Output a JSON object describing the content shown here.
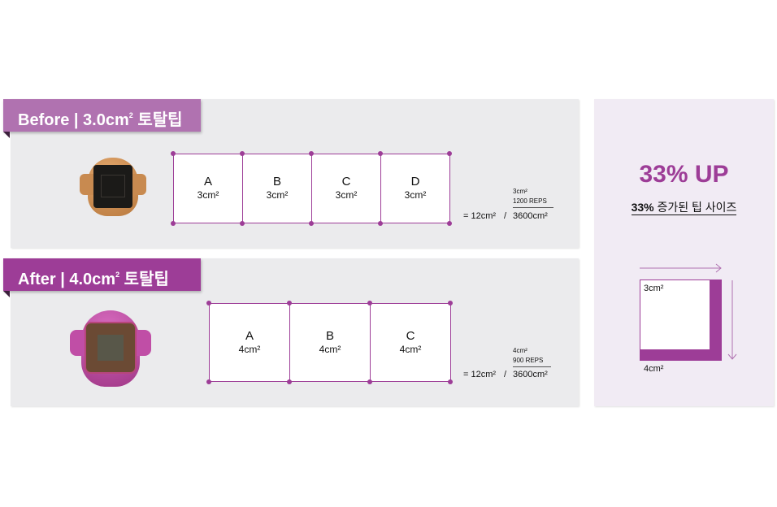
{
  "before": {
    "title": "Before | 3.0cm",
    "title_sup": "2",
    "title_suffix": " 토탈팁",
    "cells": [
      {
        "letter": "A",
        "area": "3cm²"
      },
      {
        "letter": "B",
        "area": "3cm²"
      },
      {
        "letter": "C",
        "area": "3cm²"
      },
      {
        "letter": "D",
        "area": "3cm²"
      }
    ],
    "total": "= 12cm²",
    "slash": "/",
    "tip_area": "3cm²",
    "reps": "1200 REPS",
    "result": "3600cm²"
  },
  "after": {
    "title": "After | 4.0cm",
    "title_sup": "2",
    "title_suffix": " 토탈팁",
    "cells": [
      {
        "letter": "A",
        "area": "4cm²"
      },
      {
        "letter": "B",
        "area": "4cm²"
      },
      {
        "letter": "C",
        "area": "4cm²"
      }
    ],
    "total": "= 12cm²",
    "slash": "/",
    "tip_area": "4cm²",
    "reps": "900 REPS",
    "result": "3600cm²"
  },
  "summary": {
    "headline": "33% UP",
    "subtitle_bold": "33%",
    "subtitle_rest": " 증가된 팁 사이즈",
    "small_label": "3cm²",
    "large_label": "4cm²"
  },
  "colors": {
    "before": "#b072b0",
    "after": "#9d3d97",
    "panel": "#ebebed",
    "summary_bg": "#f1ebf4"
  }
}
